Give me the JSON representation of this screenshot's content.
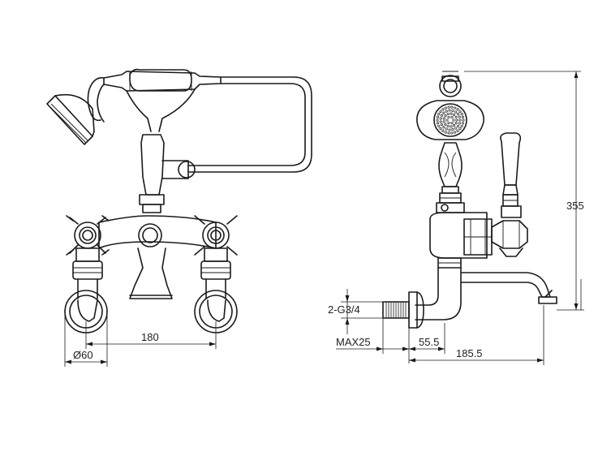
{
  "dimensions": {
    "front_spacing": "180",
    "front_diameter": "Ø60",
    "side_thread": "2-G3/4",
    "side_max": "MAX25",
    "side_spout_offset": "55.5",
    "side_spout_reach": "185.5",
    "side_height": "355"
  }
}
